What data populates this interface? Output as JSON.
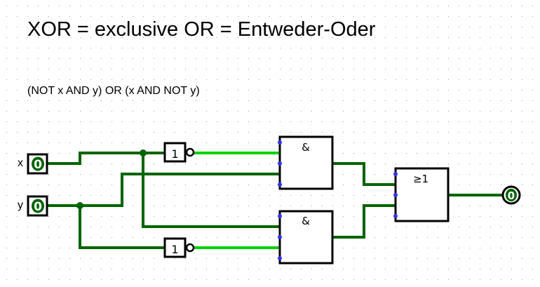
{
  "title": "XOR = exclusive OR = Entweder-Oder",
  "formula": "(NOT x AND y) OR (x AND NOT y)",
  "colors": {
    "wire_low": "#006400",
    "wire_high": "#00d200",
    "pin_dot": "#3232ff",
    "grid_dot": "#a0a0a0",
    "border": "#000000"
  },
  "inputs": [
    {
      "label": "x",
      "value": "0"
    },
    {
      "label": "y",
      "value": "0"
    }
  ],
  "gates": {
    "not_top_label": "1",
    "not_bottom_label": "1",
    "and_top_label": "&",
    "and_bottom_label": "&",
    "or_label": "≥1"
  },
  "output": {
    "value": "0"
  }
}
